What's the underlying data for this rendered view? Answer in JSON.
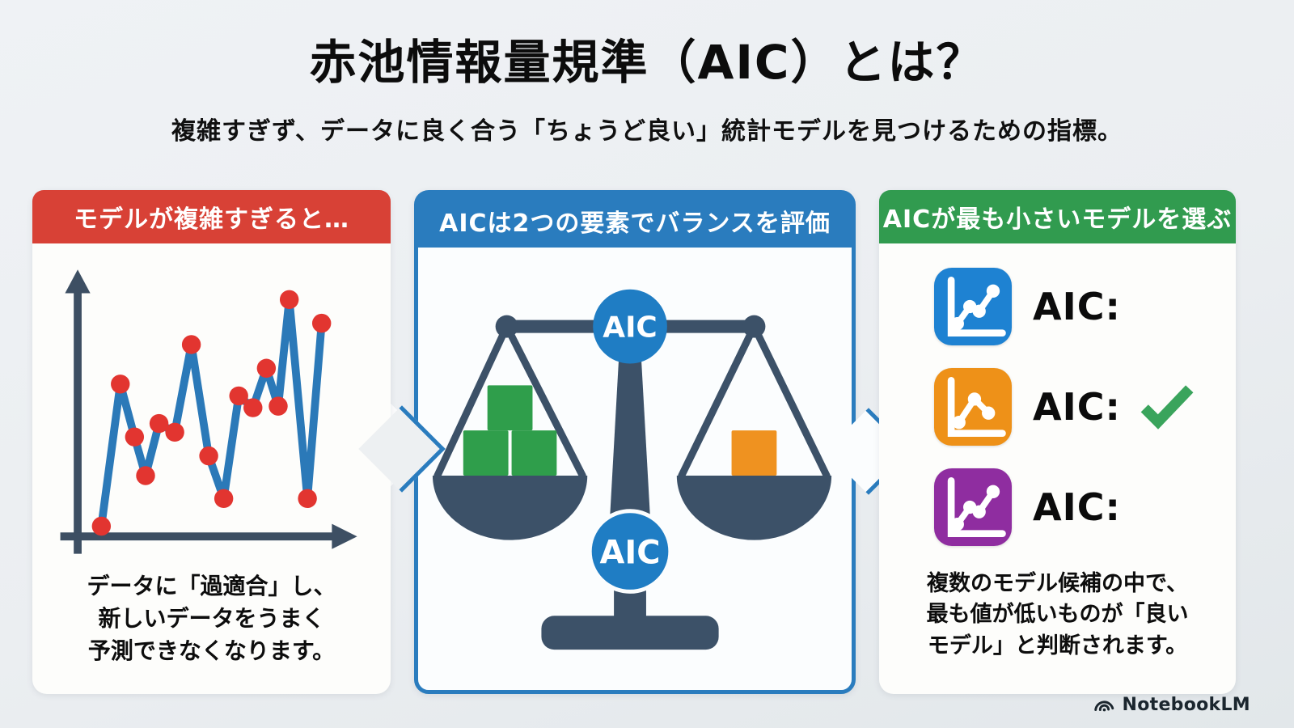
{
  "page": {
    "title": "赤池情報量規準（AIC）とは？",
    "subtitle": "複雑すぎず、データに良く合う「ちょうど良い」統計モデルを見つけるための指標。",
    "brand": "NotebookLM"
  },
  "colors": {
    "page_bg": "#edf0f2",
    "panel_bg": "#fdfdfb",
    "red": "#d84136",
    "blue": "#2a7cbe",
    "green": "#319b4f",
    "slate": "#3c5168",
    "circle_blue": "#1f7dc4",
    "line_blue": "#2b79b8",
    "dot_red": "#e23530",
    "block_green": "#2f9e4b",
    "block_orange": "#ef9220",
    "check_green": "#3aa45c"
  },
  "left_panel": {
    "header": "モデルが複雑すぎると…",
    "caption": "データに「過適合」し、\n新しいデータをうまく\n予測できなくなります。"
  },
  "middle_panel": {
    "header": "AICは2つの要素でバランスを評価",
    "scale": {
      "top_label": "AIC",
      "bottom_label": "AIC",
      "left_blocks": 3,
      "right_blocks": 1
    }
  },
  "right_panel": {
    "header": "AICが最も小さいモデルを選ぶ",
    "models": [
      {
        "icon": "line-chart",
        "color": "#1e82d2",
        "label": "AIC:",
        "checked": false
      },
      {
        "icon": "line-chart",
        "color": "#ee9118",
        "label": "AIC:",
        "checked": true
      },
      {
        "icon": "line-chart",
        "color": "#8f2da0",
        "label": "AIC:",
        "checked": false
      }
    ],
    "caption": "複数のモデル候補の中で、\n最も値が低いものが「良い\nモデル」と判断されます。"
  },
  "chart_data": {
    "type": "line",
    "title": "",
    "xlabel": "",
    "ylabel": "",
    "description": "Overfitted zigzag model line passing exactly through noisy data points; unlabeled axes with arrowheads",
    "coordinate_space": "svg 420x380, y down, x-axis at y=350, y-axis at x=40",
    "points": [
      [
        70,
        337
      ],
      [
        94,
        157
      ],
      [
        112,
        224
      ],
      [
        126,
        273
      ],
      [
        143,
        207
      ],
      [
        163,
        218
      ],
      [
        184,
        107
      ],
      [
        206,
        248
      ],
      [
        225,
        302
      ],
      [
        244,
        172
      ],
      [
        262,
        187
      ],
      [
        279,
        137
      ],
      [
        294,
        185
      ],
      [
        308,
        50
      ],
      [
        331,
        302
      ],
      [
        349,
        80
      ]
    ]
  }
}
